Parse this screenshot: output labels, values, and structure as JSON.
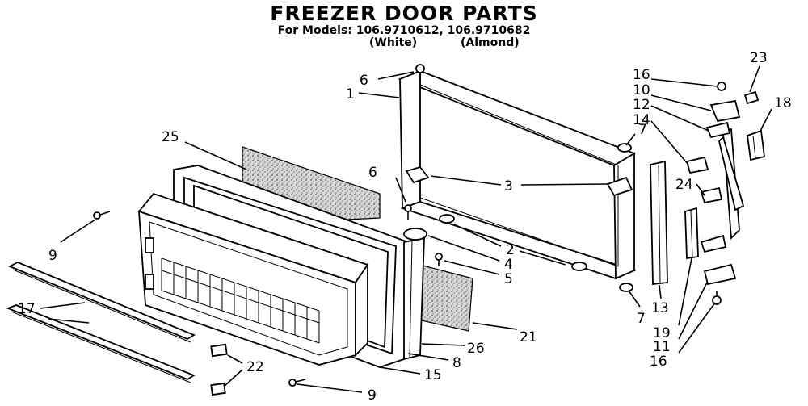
{
  "title": "FREEZER DOOR PARTS",
  "models_line": "For Models: 106.9710612, 106.9710682",
  "finish_white": "(White)",
  "finish_almond": "(Almond)",
  "callouts": {
    "c1": "1",
    "c2": "2",
    "c3": "3",
    "c4": "4",
    "c5": "5",
    "c6a": "6",
    "c6b": "6",
    "c7a": "7",
    "c7b": "7",
    "c8": "8",
    "c9a": "9",
    "c9b": "9",
    "c10": "10",
    "c11": "11",
    "c12": "12",
    "c13": "13",
    "c14": "14",
    "c15": "15",
    "c16a": "16",
    "c16b": "16",
    "c17": "17",
    "c18": "18",
    "c19": "19",
    "c21": "21",
    "c22": "22",
    "c23": "23",
    "c24": "24",
    "c25": "25",
    "c26": "26"
  }
}
